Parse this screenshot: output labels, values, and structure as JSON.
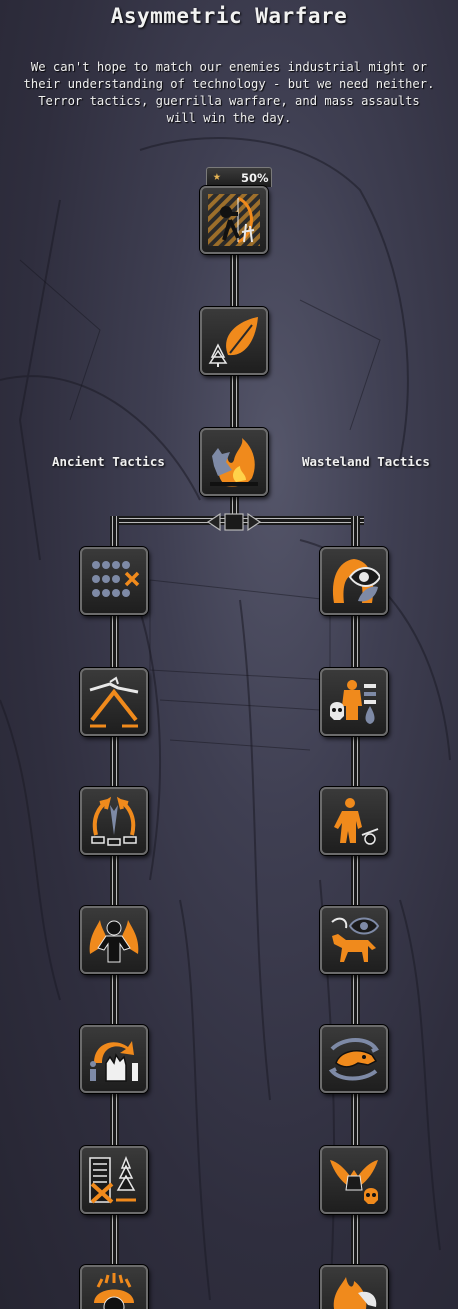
{
  "tree": {
    "title": "Asymmetric Warfare",
    "description": "We can't hope to match our enemies industrial might or their understanding of technology - but we need neither. Terror tactics, guerrilla warfare, and mass assaults will win the day.",
    "progress": {
      "percent": "50%",
      "icon": "star-icon"
    },
    "branches": {
      "left": "Ancient Tactics",
      "right": "Wasteland Tactics"
    }
  },
  "colors": {
    "accent": "#f08a1c",
    "secondary": "#7e8aa6",
    "frame": "#6c6c6c",
    "wire": "#b9b9b9"
  },
  "focuses": {
    "trunk": [
      {
        "icon": "archer-archery-icon"
      },
      {
        "icon": "leaf-forest-icon"
      },
      {
        "icon": "wolf-fire-icon"
      }
    ],
    "left": [
      {
        "icon": "formation-grid-icon"
      },
      {
        "icon": "mountain-pass-icon"
      },
      {
        "icon": "pincer-arrows-icon"
      },
      {
        "icon": "warrior-flames-icon"
      },
      {
        "icon": "raised-fist-icon"
      },
      {
        "icon": "city-forest-icon"
      },
      {
        "icon": "horde-helmet-icon"
      }
    ],
    "right": [
      {
        "icon": "hooded-eye-icon"
      },
      {
        "icon": "skull-drop-icon"
      },
      {
        "icon": "raider-figure-icon"
      },
      {
        "icon": "wolf-eye-icon"
      },
      {
        "icon": "snake-arrows-icon"
      },
      {
        "icon": "bat-skull-icon"
      },
      {
        "icon": "beast-fire-icon"
      }
    ]
  }
}
